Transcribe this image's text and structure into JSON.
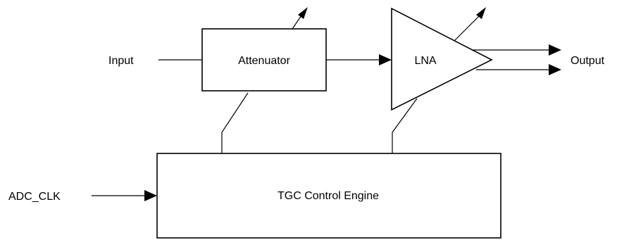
{
  "labels": {
    "input": "Input",
    "attenuator": "Attenuator",
    "lna": "LNA",
    "output": "Output",
    "adc_clk": "ADC_CLK",
    "tgc_engine": "TGC Control Engine"
  },
  "colors": {
    "stroke": "#000000",
    "background": "#ffffff"
  }
}
